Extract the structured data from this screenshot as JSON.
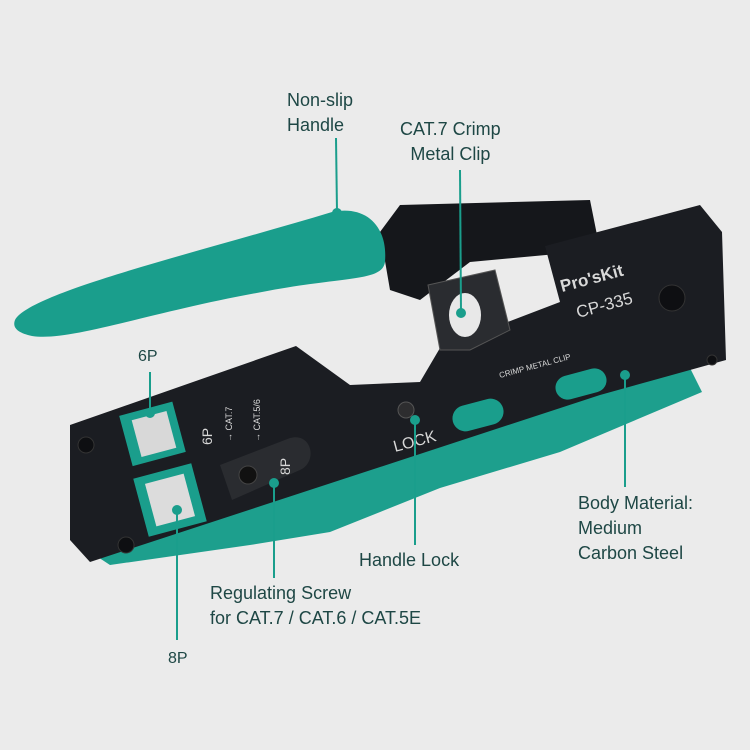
{
  "product": {
    "brand": "Pro'sKit",
    "model": "CP-335",
    "engravings": {
      "crimp_clip": "CRIMP METAL CLIP",
      "lock": "LOCK",
      "six_p": "6P",
      "eight_p": "8P",
      "cat7": "CAT.7",
      "cat56": "CAT.5/6"
    }
  },
  "callouts": {
    "handle": [
      "Non-slip",
      "Handle"
    ],
    "clip": [
      "CAT.7 Crimp",
      "Metal Clip"
    ],
    "six_p": "6P",
    "eight_p": "8P",
    "screw": [
      "Regulating Screw",
      "for CAT.7 / CAT.6 / CAT.5E"
    ],
    "lock": "Handle Lock",
    "body": [
      "Body Material:",
      "Medium",
      "Carbon Steel"
    ]
  },
  "colors": {
    "teal": "#1a9e8c",
    "body": "#1b1d22",
    "label": "#1e4745"
  }
}
